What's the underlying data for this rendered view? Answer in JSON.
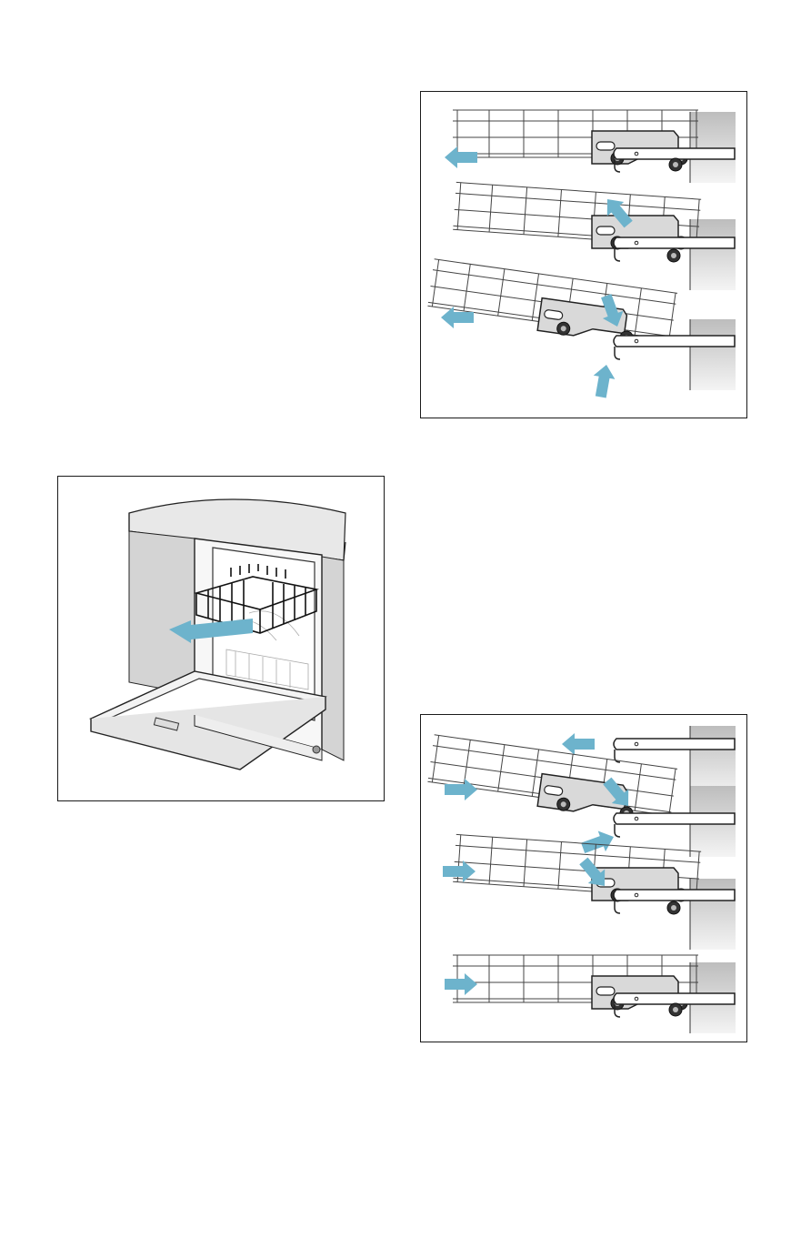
{
  "page": {
    "background": "#ffffff"
  },
  "figures": [
    {
      "id": "fig-remove",
      "icon": "upper-rack-removal-steps-illustration",
      "steps": 3
    },
    {
      "id": "fig-dishwasher",
      "icon": "dishwasher-rack-pull-out-illustration",
      "steps": 1
    },
    {
      "id": "fig-insert",
      "icon": "upper-rack-insertion-steps-illustration",
      "steps": 4
    }
  ],
  "colors": {
    "arrow": "#6db3cc",
    "line": "#222222",
    "wall_gray": "#c8c8c8",
    "bracket_gray": "#d9d9d9"
  }
}
